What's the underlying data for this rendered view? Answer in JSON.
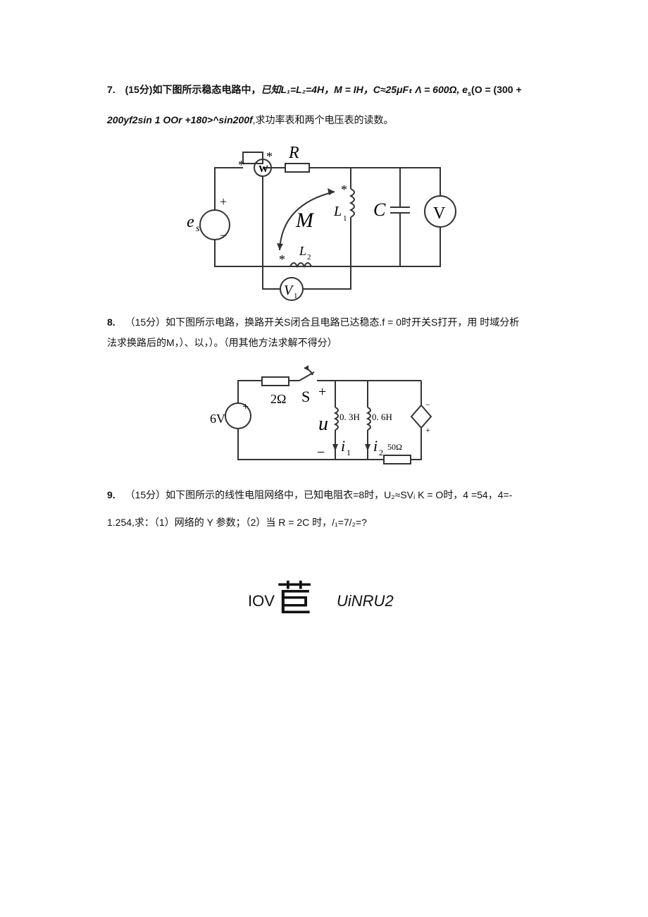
{
  "q7": {
    "num": "7.",
    "score": "(15分)如下图所示稳态电路中，",
    "given": "已知L₁=L₂=4H，M = IH，C≈25μFₜ Λ = 600Ω, e",
    "es_sub": "s",
    "given2": "(O = (300 +",
    "line2_bold": "200yf2sin 1 OOr +180>^sin200f",
    "line2_rest": ",求功率表和两个电压表的读数。",
    "fig": {
      "W": "W",
      "star": "*",
      "R": "R",
      "M": "M",
      "L1": "L",
      "L1_sub": "1",
      "C": "C",
      "V": "V",
      "es": "e",
      "es_sub": "s",
      "L2": "L",
      "L2_sub": "2",
      "V1": "V",
      "V1_sub": "1",
      "plus": "+",
      "minus": "−"
    }
  },
  "q8": {
    "num": "8.",
    "text1": "（15分）如下图所示电路，换路开关S闭合且电路已达稳态.f = 0时开关S打开，用 时域分析",
    "text2": "法求换路后的M，）、以，）。（用其他方法求解不得分）",
    "fig": {
      "src": "6V",
      "r1": "2Ω",
      "S": "S",
      "plus": "+",
      "u": "u",
      "L_a": "0. 3H",
      "L_b": "0. 6H",
      "i1": "i",
      "i1_sub": "1",
      "i2": "i",
      "i2_sub": "2",
      "r2": "50Ω",
      "minus": "−",
      "dep_minus": "−",
      "dep_plus": "+"
    }
  },
  "q9": {
    "num": "9.",
    "text1": "（15分）如下图所示的线性电阻网络中，已知电阻衣=8时，U₂≈SVᵢ K = O时，4 =54，4=-",
    "text2": "1.254,求：（1）网络的 Y 参数；（2）当 R = 2C 时，/₁=7/₂=?"
  },
  "bottom": {
    "left": "IOV",
    "glyph": "苣",
    "right": "UiNRU2"
  }
}
